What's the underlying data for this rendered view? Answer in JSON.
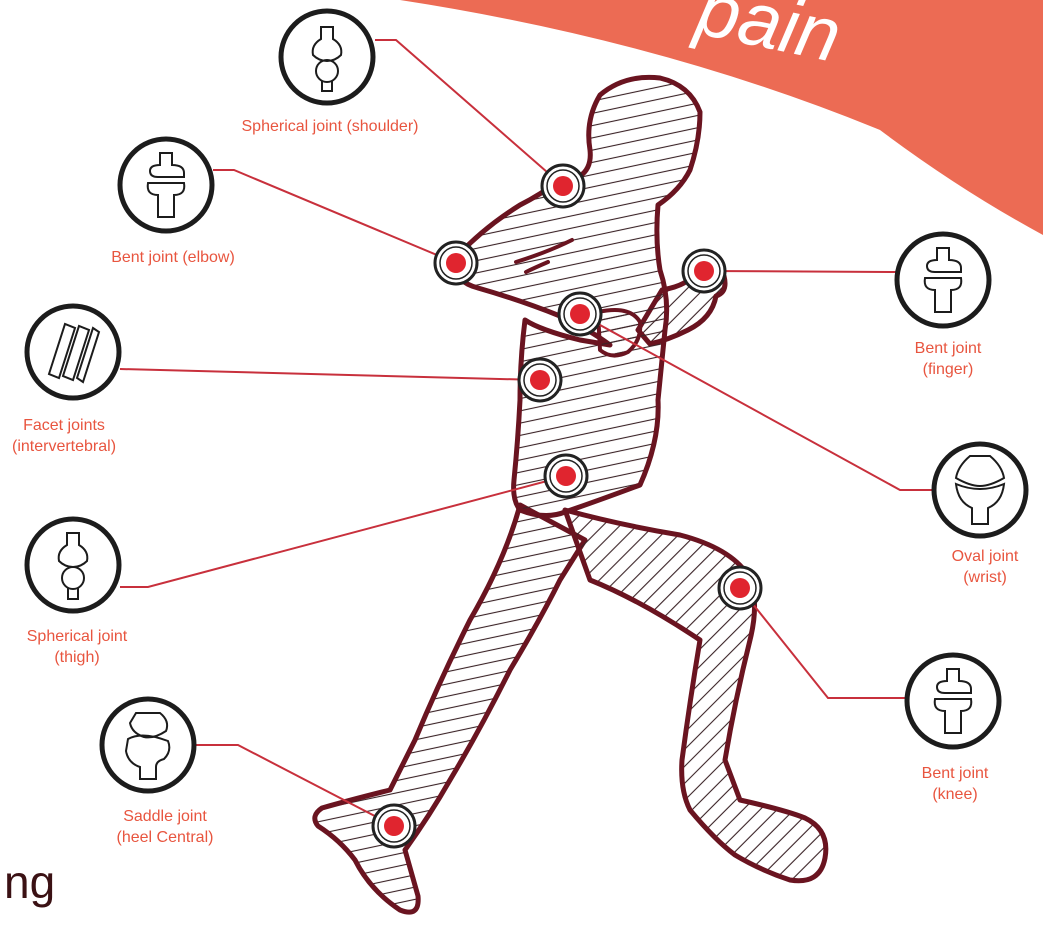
{
  "banner": {
    "text": "pain",
    "color": "#ec6b54"
  },
  "corner_text": "ng",
  "colors": {
    "outline": "#6a1420",
    "marker": "#e0252f",
    "leader": "#c8303c",
    "label": "#e8553f"
  },
  "joints": [
    {
      "id": "shoulder",
      "label": [
        "Spherical joint (shoulder)"
      ],
      "icon": "ball-joint-icon"
    },
    {
      "id": "elbow",
      "label": [
        "Bent  joint (elbow)"
      ],
      "icon": "hinge-joint-icon"
    },
    {
      "id": "facet",
      "label": [
        "Facet joints",
        "(intervertebral)"
      ],
      "icon": "facet-joint-icon"
    },
    {
      "id": "thigh",
      "label": [
        "Spherical joint",
        "(thigh)"
      ],
      "icon": "ball-joint-icon"
    },
    {
      "id": "heel",
      "label": [
        "Saddle joint",
        "(heel Central)"
      ],
      "icon": "saddle-joint-icon"
    },
    {
      "id": "finger",
      "label": [
        "Bent joint",
        "(finger)"
      ],
      "icon": "hinge-joint-icon"
    },
    {
      "id": "wrist",
      "label": [
        "Oval joint",
        "(wrist)"
      ],
      "icon": "oval-joint-icon"
    },
    {
      "id": "knee",
      "label": [
        "Bent  joint",
        "(knee)"
      ],
      "icon": "hinge-joint-icon"
    }
  ]
}
